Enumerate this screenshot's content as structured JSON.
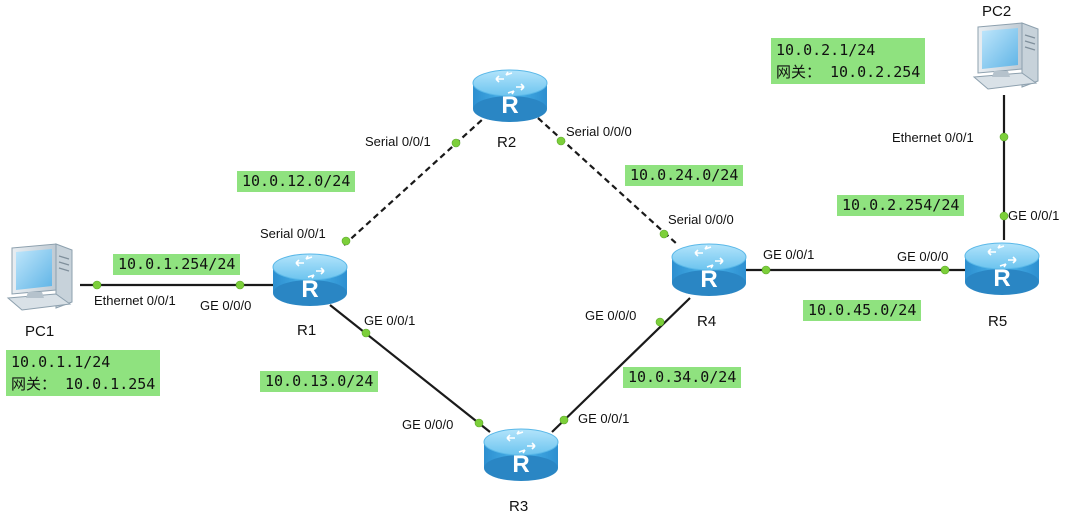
{
  "colors": {
    "label_bg": "#8fe27f",
    "link": "#1a1a1a",
    "port_dot": "#7ccf3a",
    "router_body": "#3aa3df",
    "router_top": "#8fd3f5"
  },
  "devices": {
    "r1": "R1",
    "r2": "R2",
    "r3": "R3",
    "r4": "R4",
    "r5": "R5",
    "pc1": "PC1",
    "pc2": "PC2"
  },
  "networks": {
    "n12": "10.0.12.0/24",
    "n24": "10.0.24.0/24",
    "n13": "10.0.13.0/24",
    "n34": "10.0.34.0/24",
    "n45": "10.0.45.0/24",
    "pc1_gw_net": "10.0.1.254/24",
    "pc2_gw_net": "10.0.2.254/24"
  },
  "hosts": {
    "pc1": {
      "ip": "10.0.1.1/24",
      "gateway": "网关： 10.0.1.254"
    },
    "pc2": {
      "ip": "10.0.2.1/24",
      "gateway": "网关： 10.0.2.254"
    }
  },
  "interfaces": {
    "r1_serial": "Serial 0/0/1",
    "r2_serial1": "Serial 0/0/1",
    "r2_serial0": "Serial 0/0/0",
    "r4_serial": "Serial 0/0/0",
    "pc1_eth": "Ethernet 0/0/1",
    "r1_ge0": "GE 0/0/0",
    "r1_ge1": "GE 0/0/1",
    "r3_ge0": "GE 0/0/0",
    "r3_ge1": "GE 0/0/1",
    "r4_ge0": "GE 0/0/0",
    "r4_ge1": "GE 0/0/1",
    "r5_ge0": "GE 0/0/0",
    "r5_ge1": "GE 0/0/1",
    "pc2_eth": "Ethernet 0/0/1"
  }
}
